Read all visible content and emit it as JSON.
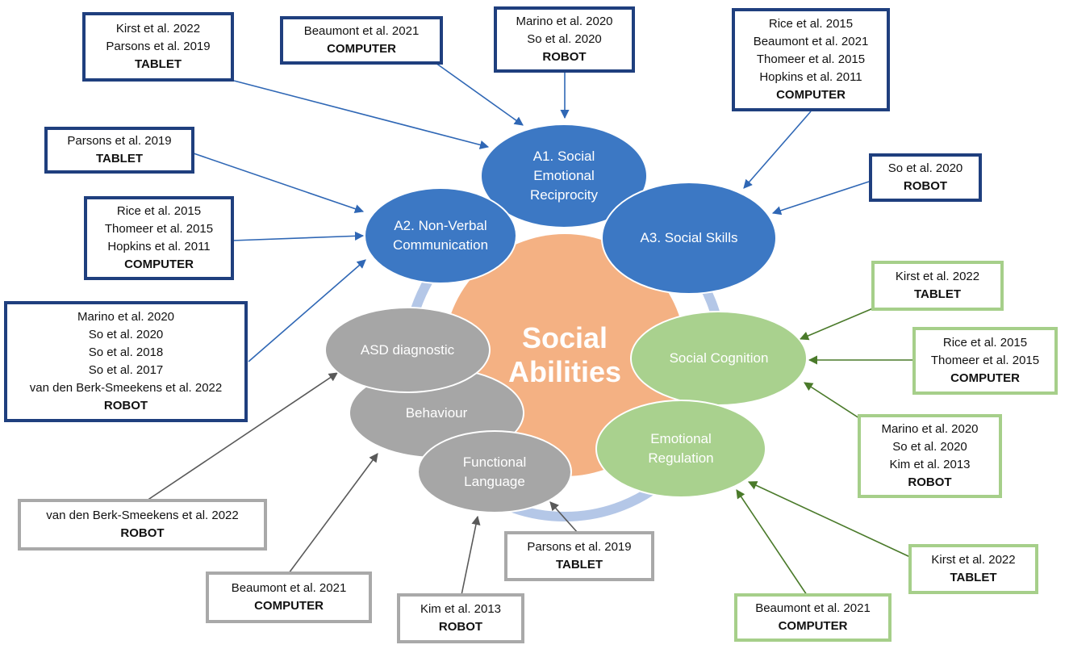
{
  "colors": {
    "blue_node": "#3c78c4",
    "green_node": "#a9d18e",
    "gray_node": "#a6a6a6",
    "core": "#f4b183",
    "ring": "#b4c7e7",
    "blue_border": "#1f3f7e",
    "green_border": "#a6cf8a",
    "gray_border": "#a9a9a9"
  },
  "center": {
    "label": "Social\nAbilities"
  },
  "nodes": {
    "a1": "A1. Social\nEmotional\nReciprocity",
    "a2": "A2. Non-Verbal\nCommunication",
    "a3": "A3. Social Skills",
    "social_cognition": "Social Cognition",
    "emotional_regulation": "Emotional\nRegulation",
    "asd_diagnostic": "ASD diagnostic",
    "behaviour": "Behaviour",
    "functional_language": "Functional\nLanguage"
  },
  "boxes": [
    {
      "refs": [
        "Kirst et al. 2022",
        "Parsons et al. 2019"
      ],
      "tech": "TABLET"
    },
    {
      "refs": [
        "Beaumont et al. 2021"
      ],
      "tech": "COMPUTER"
    },
    {
      "refs": [
        "Marino et al. 2020",
        "So et al. 2020"
      ],
      "tech": "ROBOT"
    },
    {
      "refs": [
        "Rice et al. 2015",
        "Beaumont et al. 2021",
        "Thomeer et al. 2015",
        "Hopkins et al. 2011"
      ],
      "tech": "COMPUTER"
    },
    {
      "refs": [
        "Parsons et al. 2019"
      ],
      "tech": "TABLET"
    },
    {
      "refs": [
        "So et al. 2020"
      ],
      "tech": "ROBOT"
    },
    {
      "refs": [
        "Rice et al. 2015",
        "Thomeer et al. 2015",
        "Hopkins et al. 2011"
      ],
      "tech": "COMPUTER"
    },
    {
      "refs": [
        "Marino et al. 2020",
        "So et al. 2020",
        "So et al. 2018",
        "So et al. 2017",
        "van den Berk-Smeekens et al. 2022"
      ],
      "tech": "ROBOT"
    },
    {
      "refs": [
        "Kirst et al. 2022"
      ],
      "tech": "TABLET"
    },
    {
      "refs": [
        "Rice et al. 2015",
        "Thomeer et al. 2015"
      ],
      "tech": "COMPUTER"
    },
    {
      "refs": [
        "Marino et al. 2020",
        "So et al. 2020",
        "Kim et al. 2013"
      ],
      "tech": "ROBOT"
    },
    {
      "refs": [
        "Kirst et al. 2022"
      ],
      "tech": "TABLET"
    },
    {
      "refs": [
        "Beaumont et al. 2021"
      ],
      "tech": "COMPUTER"
    },
    {
      "refs": [
        "van den Berk-Smeekens et al. 2022"
      ],
      "tech": "ROBOT"
    },
    {
      "refs": [
        "Beaumont et al. 2021"
      ],
      "tech": "COMPUTER"
    },
    {
      "refs": [
        "Kim et al. 2013"
      ],
      "tech": "ROBOT"
    },
    {
      "refs": [
        "Parsons et al. 2019"
      ],
      "tech": "TABLET"
    }
  ]
}
